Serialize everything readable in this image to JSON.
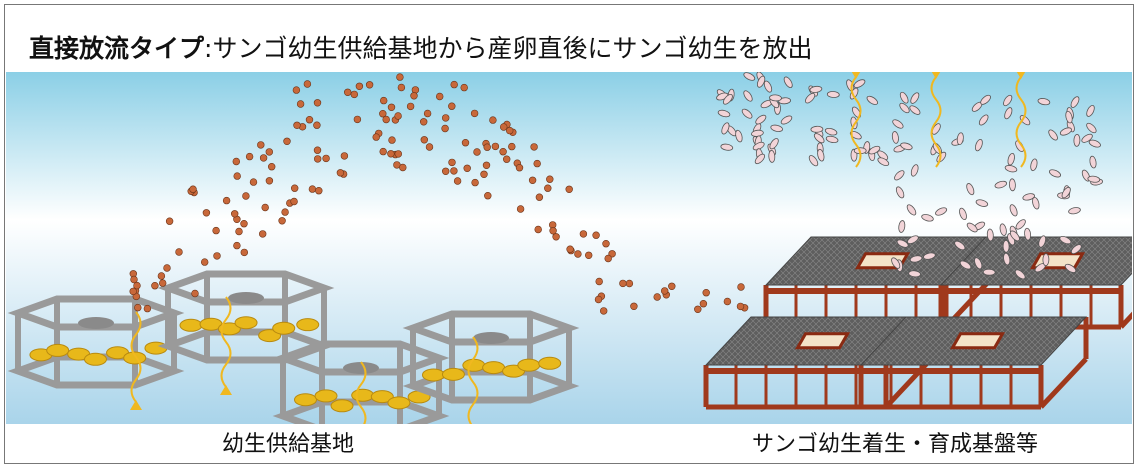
{
  "title": {
    "bold": "直接放流タイプ",
    "rest": ":サンゴ幼生供給基地から産卵直後にサンゴ幼生を放出"
  },
  "captions": {
    "left": "幼生供給基地",
    "right": "サンゴ幼生着生・育成基盤等"
  },
  "colors": {
    "water_top": "#8bcfe6",
    "water_mid": "#ffffff",
    "water_bottom": "#a9d4ea",
    "egg": "#c8683a",
    "larva": "#f2d4d8",
    "arrow": "#f0b820",
    "cage": "#9a9a9a",
    "coral": "#e8b81a",
    "platform_top": "#5e5e5e",
    "platform_frame": "#a0391c",
    "opening": "#f4e3c8"
  }
}
